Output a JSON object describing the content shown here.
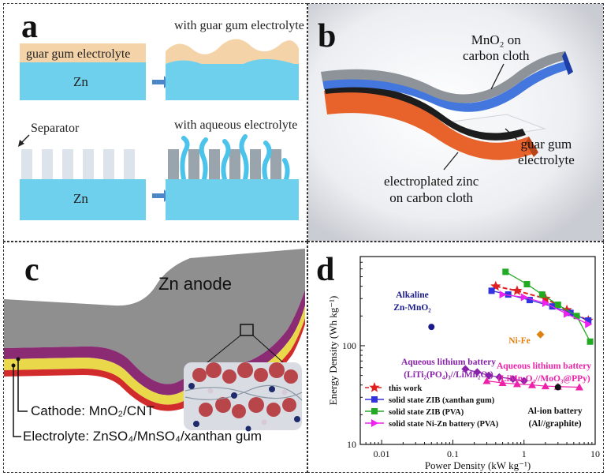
{
  "panels": {
    "a": {
      "label": "a",
      "electrolyte_layer": "guar gum electrolyte",
      "zn_label": "Zn",
      "caption_top": "with guar gum electrolyte",
      "separator_label": "Separator",
      "caption_bottom": "with aqueous electrolyte"
    },
    "b": {
      "label": "b",
      "cathode_line1": "MnO₂ on",
      "cathode_line2": "carbon cloth",
      "electrolyte_line1": "guar gum",
      "electrolyte_line2": "electrolyte",
      "anode_line1": "electroplated zinc",
      "anode_line2": "on carbon cloth"
    },
    "c": {
      "label": "c",
      "anode": "Zn anode",
      "cathode": "Cathode: MnO₂/CNT",
      "electrolyte": "Electrolyte: ZnSO₄/MnSO₄/xanthan gum"
    },
    "d": {
      "label": "d"
    }
  },
  "chart_data": {
    "type": "scatter",
    "xlabel": "Power Density (kW kg⁻¹)",
    "ylabel": "Energy Density (Wh kg⁻¹)",
    "xscale": "log",
    "yscale": "log",
    "xlim": [
      0.005,
      10
    ],
    "ylim": [
      10,
      800
    ],
    "xticks": [
      "0.01",
      "0.1",
      "1",
      "10"
    ],
    "yticks": [
      "10",
      "100"
    ],
    "legend_position": "bottom-left",
    "series": [
      {
        "name": "this work",
        "color": "#e02020",
        "marker": "star",
        "x": [
          0.4,
          0.8,
          2.0,
          4.0,
          8.0
        ],
        "y": [
          400,
          360,
          300,
          230,
          180
        ]
      },
      {
        "name": "solid state ZIB (xanthan gum)",
        "color": "#3333dd",
        "marker": "square",
        "x": [
          0.35,
          0.6,
          1.2,
          2.5,
          4.5,
          8.0
        ],
        "y": [
          360,
          330,
          290,
          250,
          215,
          180
        ]
      },
      {
        "name": "solid state ZIB (PVA)",
        "color": "#22aa22",
        "marker": "square",
        "x": [
          0.55,
          1.1,
          1.8,
          3.0,
          5.5,
          8.5
        ],
        "y": [
          560,
          420,
          330,
          260,
          200,
          110
        ]
      },
      {
        "name": "solid state Ni-Zn battery (PVA)",
        "color": "#ee22ee",
        "marker": "triangle-right",
        "x": [
          0.5,
          1.0,
          2.0,
          4.0,
          8.0
        ],
        "y": [
          330,
          310,
          270,
          210,
          165
        ]
      }
    ],
    "annotations": [
      {
        "text": "Alkaline",
        "color": "#1a1a8a"
      },
      {
        "text": "Zn-MnO₂",
        "color": "#1a1a8a"
      },
      {
        "text": "Ni-Fe",
        "color": "#e08010"
      },
      {
        "text": "Aqueous lithium battery",
        "color": "#8822aa"
      },
      {
        "text": "(LiTi₂(PO₄)₃//LiMn₂O₄)",
        "color": "#8822aa"
      },
      {
        "text": "Aqueous lithium battery",
        "color": "#ee22aa"
      },
      {
        "text": "(LiMn₂O₄//MoO₃@PPy)",
        "color": "#ee22aa"
      },
      {
        "text": "Al-ion battery",
        "color": "#111111"
      },
      {
        "text": "(Al//graphite)",
        "color": "#111111"
      }
    ],
    "regions": [
      {
        "name": "Alkaline Zn-MnO₂",
        "color": "#1a1a8a",
        "points": [
          [
            0.05,
            155
          ]
        ]
      },
      {
        "name": "Ni-Fe",
        "color": "#e08010",
        "points": [
          [
            1.7,
            130
          ]
        ]
      },
      {
        "name": "Aqueous lithium battery (LiTi₂(PO₄)₃//LiMn₂O₄)",
        "color": "#8822aa",
        "points": [
          [
            0.15,
            58
          ],
          [
            0.22,
            54
          ],
          [
            0.32,
            50
          ],
          [
            0.45,
            48
          ],
          [
            0.7,
            46
          ],
          [
            1.0,
            44
          ]
        ]
      },
      {
        "name": "Aqueous lithium battery (LiMn₂O₄//MoO₃@PPy)",
        "color": "#ee22aa",
        "points": [
          [
            0.3,
            44
          ],
          [
            0.5,
            42
          ],
          [
            0.8,
            41
          ],
          [
            1.3,
            40
          ],
          [
            2.0,
            39
          ],
          [
            3.0,
            38.5
          ],
          [
            6.0,
            38
          ]
        ]
      },
      {
        "name": "Al-ion battery (Al//graphite)",
        "color": "#111111",
        "points": [
          [
            3.0,
            38
          ]
        ]
      }
    ]
  }
}
